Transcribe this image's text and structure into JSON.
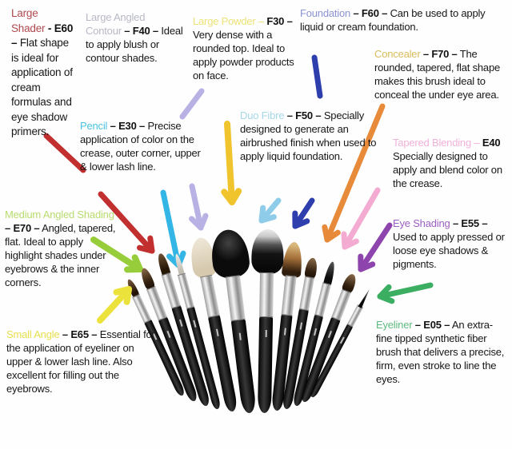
{
  "labels": [
    {
      "name": "Large Shader",
      "code": "- E60 –",
      "desc": "Flat shape is ideal for application of cream formulas and eye shadow primers.",
      "header_color": "#b04a50",
      "arrow_color": "#c22f2f"
    },
    {
      "name": "Large Angled Contour",
      "code": "– F40 –",
      "desc": "Ideal to apply blush or contour shades.",
      "header_color": "#b6b8c6",
      "arrow_color": "#b7b1e4"
    },
    {
      "name": "Pencil",
      "code": "– E30 –",
      "desc": "Precise application of color on the crease, outer corner, upper & lower lash line.",
      "header_color": "#49c3e2",
      "arrow_color": "#33b5e5"
    },
    {
      "name": "Large Powder –",
      "code": "F30 –",
      "desc": "Very dense with a rounded top. Ideal to apply powder products on face.",
      "header_color": "#ece276",
      "arrow_color": "#f0c42c"
    },
    {
      "name": "Foundation",
      "code": "– F60 –",
      "desc": "Can be used to apply liquid or cream foundation.",
      "header_color": "#8b93d3",
      "arrow_color": "#2e3ead"
    },
    {
      "name": "Concealer",
      "code": "– F70 –",
      "desc": "The rounded, tapered, flat shape makes this brush ideal to conceal the under eye area.",
      "header_color": "#d8bc5d",
      "arrow_color": "#e78a39"
    },
    {
      "name": "Duo Fibre",
      "code": "– F50 –",
      "desc": "Specially designed to generate an airbrushed finish when used to apply liquid foundation.",
      "header_color": "#a5d7e6",
      "arrow_color": "#8fcce9"
    },
    {
      "name": "Tapered Blending –",
      "code": "E40",
      "desc": "Specially designed to apply and blend color on the crease.",
      "header_color": "#f0b1d9",
      "arrow_color": "#f3abd2"
    },
    {
      "name": "Eye Shading",
      "code": "– E55 –",
      "desc": "Used to apply pressed or loose eye shadows & pigments.",
      "header_color": "#9b5fc4",
      "arrow_color": "#8e44ad"
    },
    {
      "name": "Medium Angled Shading",
      "code": "– E70 –",
      "desc": "Angled, tapered, flat. Ideal to apply highlight shades under eyebrows & the inner corners.",
      "header_color": "#b9dc70",
      "arrow_color": "#97cd3b"
    },
    {
      "name": "Small Angle",
      "code": "– E65 –",
      "desc": "Essential for the application of eyeliner on upper & lower lash line. Also excellent for filling out the eyebrows.",
      "header_color": "#e6df4e",
      "arrow_color": "#ece23c"
    },
    {
      "name": "Eyeliner",
      "code": "– E05 –",
      "desc": "An extra-fine tipped synthetic fiber brush that delivers a precise, firm, even stroke to line the eyes.",
      "header_color": "#5eba80",
      "arrow_color": "#3cae62"
    }
  ],
  "photo": {
    "description": "Twelve black-handled makeup brushes fanned in an arc",
    "handle_color": "#0c0c0c",
    "ferrule_color": "#cccccc",
    "brushes": [
      {
        "name": "small-angle-e65",
        "bristle_color": "#3a2414"
      },
      {
        "name": "medium-angled-shading-e70",
        "bristle_color": "#5a3a22"
      },
      {
        "name": "large-shader-e60",
        "bristle_color": "#4e321c"
      },
      {
        "name": "pencil-e30",
        "bristle_color": "#d8d2c8"
      },
      {
        "name": "large-angled-contour-f40",
        "bristle_color": "#e7ddc6"
      },
      {
        "name": "large-powder-f30",
        "bristle_color": "#101010"
      },
      {
        "name": "duo-fibre-f50",
        "bristle_color": "#1a1a1a"
      },
      {
        "name": "foundation-f60",
        "bristle_color": "#b98b4e"
      },
      {
        "name": "concealer-f70",
        "bristle_color": "#4a2f1a"
      },
      {
        "name": "tapered-blending-e40",
        "bristle_color": "#1a1a1a"
      },
      {
        "name": "eye-shading-e55",
        "bristle_color": "#5e3f26"
      },
      {
        "name": "eyeliner-e05",
        "bristle_color": "#111111"
      }
    ]
  }
}
